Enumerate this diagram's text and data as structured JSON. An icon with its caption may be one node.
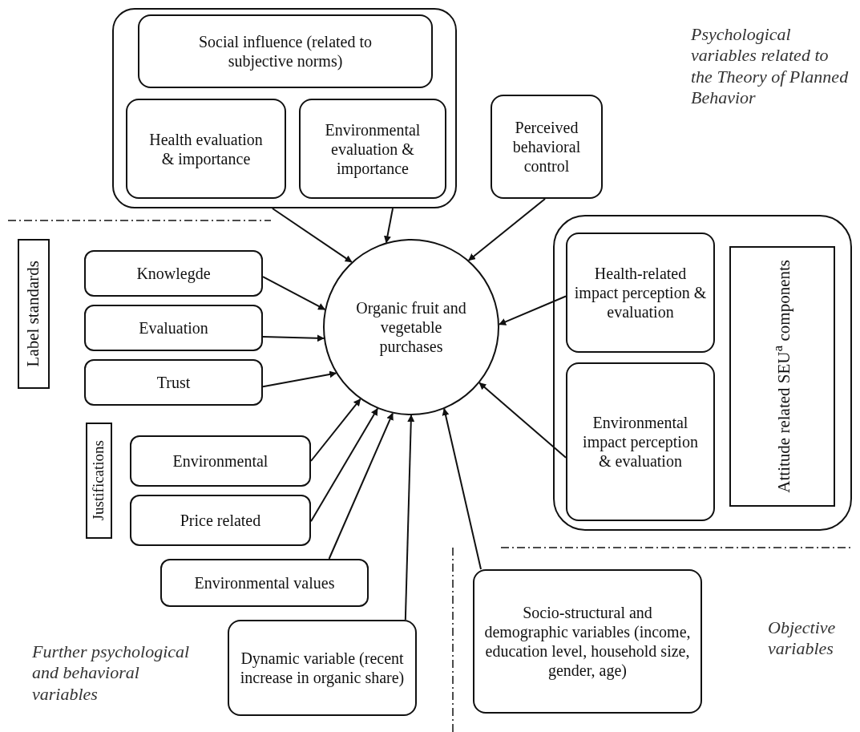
{
  "diagram": {
    "nodes": [
      {
        "text": [],
        "shape": "box"
      },
      {
        "text": [
          "Social influence (related to subjective norms)"
        ],
        "in": 0
      },
      {
        "text": [
          "Health evaluation & importance"
        ],
        "in": 0
      },
      {
        "text": [
          "Environmental evaluation & importance"
        ],
        "in": 0
      },
      {
        "text": [
          "Perceived behavioral control"
        ]
      },
      {
        "text": [
          "Label standards"
        ]
      },
      {
        "text": [
          "Knowlegde"
        ]
      },
      {
        "text": [
          "Evaluation"
        ]
      },
      {
        "text": [
          "Trust"
        ]
      },
      {
        "text": [
          "Justifications"
        ]
      },
      {
        "text": [
          "Environmental"
        ]
      },
      {
        "text": [
          "Price related"
        ]
      },
      {
        "text": [
          "Environmental values"
        ]
      },
      {
        "text": [
          "Dynamic variable (recent increase in organic share)"
        ]
      },
      {
        "text": [
          "Organic fruit and vegetable purchases"
        ]
      },
      {
        "text": [],
        "shape": "box"
      },
      {
        "text": [
          "Health-related impact perception & evaluation"
        ],
        "in": 15
      },
      {
        "text": [
          "Environmental impact perception & evaluation"
        ],
        "in": 15
      },
      {
        "text": [
          "Attitude related SEU$^{a}$ components"
        ],
        "in": 15
      },
      {
        "text": [
          "Socio-structural and demographic variables (income, education level, household size, gender, age)"
        ]
      }
    ],
    "edges": [
      {
        "from": 0,
        "to": 14,
        "arrow": "to"
      },
      {
        "from": 0,
        "to": 14,
        "arrow": "to"
      },
      {
        "from": 4,
        "to": 14,
        "arrow": "to"
      },
      {
        "from": 6,
        "to": 14,
        "arrow": "to"
      },
      {
        "from": 7,
        "to": 14,
        "arrow": "to"
      },
      {
        "from": 8,
        "to": 14,
        "arrow": "to"
      },
      {
        "from": 10,
        "to": 14,
        "arrow": "to"
      },
      {
        "from": 11,
        "to": 14,
        "arrow": "to"
      },
      {
        "from": 12,
        "to": 14,
        "arrow": "to"
      },
      {
        "from": 13,
        "to": 14,
        "arrow": "to"
      },
      {
        "from": 19,
        "to": 14,
        "arrow": "to"
      },
      {
        "from": 16,
        "to": 14,
        "arrow": "to"
      },
      {
        "from": 17,
        "to": 14,
        "arrow": "to"
      }
    ],
    "labels": [
      "Psychological variables related to the Theory of Planned Behavior",
      "Further psychological and behavioral variables",
      "Objective variables"
    ]
  }
}
